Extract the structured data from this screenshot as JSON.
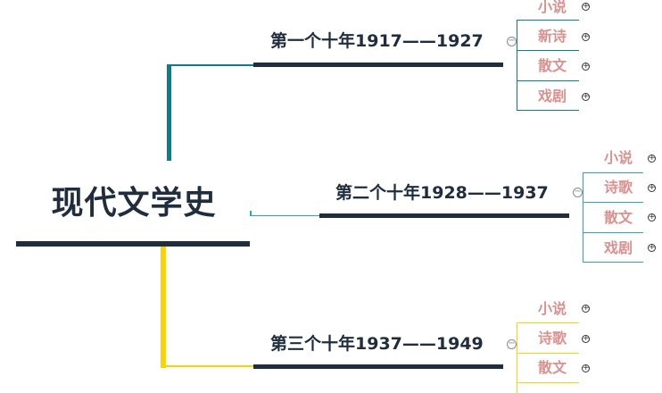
{
  "root": {
    "title": "现代文学史"
  },
  "eras": [
    {
      "title": "第一个十年1917——1927",
      "color": "#0e7c8c",
      "collapse_glyph": "−",
      "children": [
        {
          "label": "小说",
          "expand_glyph": "+"
        },
        {
          "label": "新诗",
          "expand_glyph": "+"
        },
        {
          "label": "散文",
          "expand_glyph": "+"
        },
        {
          "label": "戏剧",
          "expand_glyph": "+"
        }
      ]
    },
    {
      "title": "第二个十年1928——1937",
      "color": "#2aa6b6",
      "collapse_glyph": "−",
      "children": [
        {
          "label": "小说",
          "expand_glyph": "+"
        },
        {
          "label": "诗歌",
          "expand_glyph": "+"
        },
        {
          "label": "散文",
          "expand_glyph": "+"
        },
        {
          "label": "戏剧",
          "expand_glyph": "+"
        }
      ]
    },
    {
      "title": "第三个十年1937——1949",
      "color": "#f5d40a",
      "collapse_glyph": "−",
      "children": [
        {
          "label": "小说",
          "expand_glyph": "+"
        },
        {
          "label": "诗歌",
          "expand_glyph": "+"
        },
        {
          "label": "散文",
          "expand_glyph": "+"
        }
      ]
    }
  ],
  "colors": {
    "dark": "#1f2d3d",
    "leaf_text": "#d9918e"
  }
}
